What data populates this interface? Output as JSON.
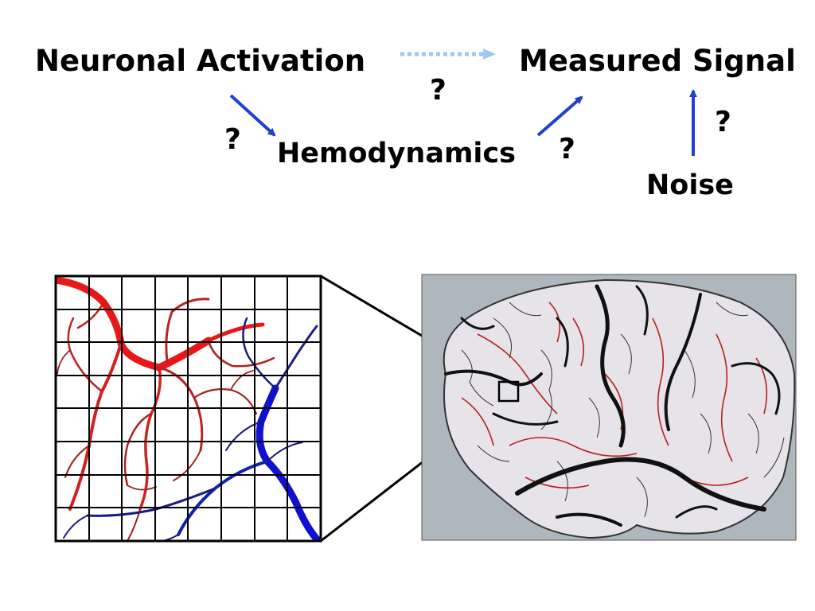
{
  "labels": {
    "neuronal_activation": "Neuronal Activation",
    "measured_signal": "Measured Signal",
    "hemodynamics": "Hemodynamics",
    "noise": "Noise"
  },
  "question_marks": {
    "direct": "?",
    "neuronal_to_hemo": "?",
    "hemo_to_signal": "?",
    "noise_to_signal": "?"
  },
  "colors": {
    "arrow": "#1f3fd6",
    "dashed_arrow": "#9ec8f0",
    "artery": "#e81818",
    "artery_dark": "#a02020",
    "vein": "#1010d0",
    "vein_dark": "#1a1a80"
  }
}
